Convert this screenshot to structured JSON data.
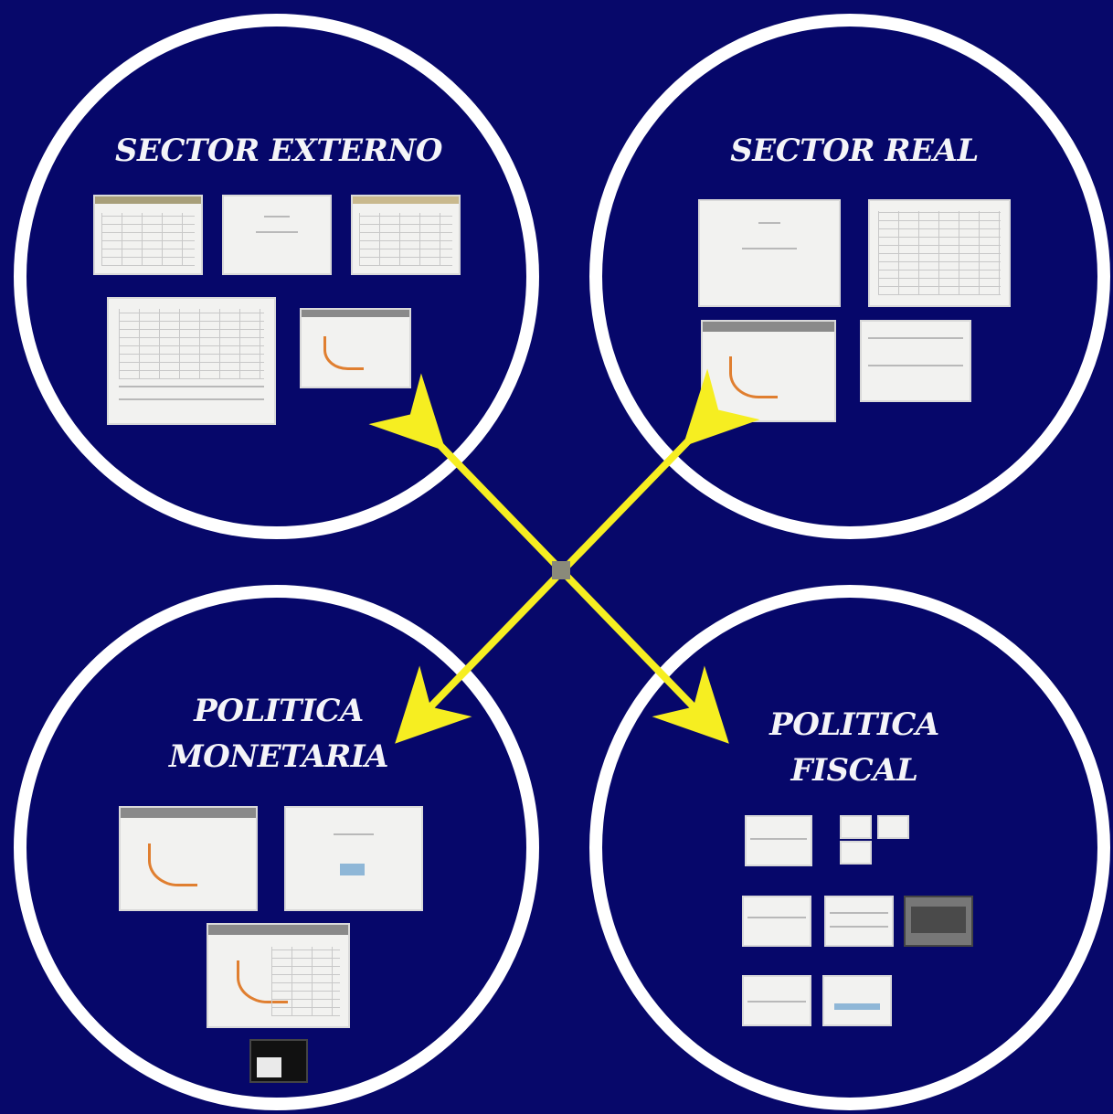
{
  "background_color": "#07086a",
  "ring_color": "#ffffff",
  "arrow_color": "#f6ee21",
  "center_node_color": "#8a8a7a",
  "sections": {
    "sector_externo": {
      "title": "SECTOR EXTERNO"
    },
    "sector_real": {
      "title": "SECTOR REAL"
    },
    "politica_monetaria": {
      "title": "POLITICA\nMONETARIA"
    },
    "politica_fiscal": {
      "title": "POLITICA\nFISCAL"
    }
  }
}
